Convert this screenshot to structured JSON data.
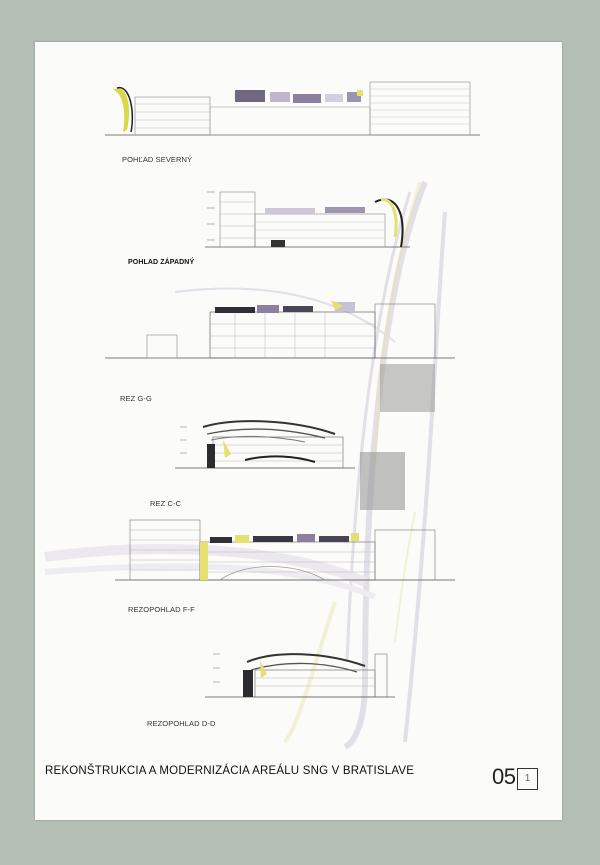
{
  "sheet": {
    "title": "REKONŠTRUKCIA A  MODERNIZÁCIA  AREÁLU SNG V BRATISLAVE",
    "number": "05",
    "subnumber": "1"
  },
  "drawings": [
    {
      "label": "POHĽAD SEVERNÝ"
    },
    {
      "label": "POHLAD ZÁPADNÝ"
    },
    {
      "label": "REZ G-G"
    },
    {
      "label": "REZ C-C"
    },
    {
      "label": "REZOPOHLAD F-F"
    },
    {
      "label": "REZOPOHLAD D-D"
    }
  ],
  "colors": {
    "background": "#b4beb4",
    "paper": "#fbfbf9",
    "accent_yellow": "#e6e070",
    "accent_purple": "#8c7fa0",
    "ink": "#333333"
  }
}
